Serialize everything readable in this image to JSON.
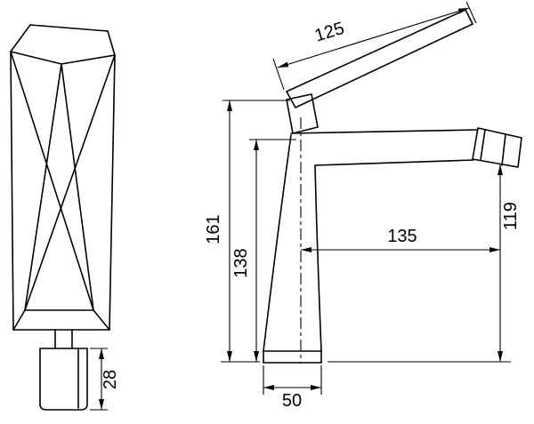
{
  "drawing": {
    "title": "Faucet technical dimension drawing",
    "views": {
      "front": "front view of faceted faucet body with supply cylinder",
      "side": "side view with lever handle and spout"
    }
  },
  "dimensions": {
    "handle_length": "125",
    "overall_height": "161",
    "spout_top_height": "138",
    "spout_reach": "135",
    "outlet_height": "119",
    "base_width": "50",
    "cylinder_height": "28"
  },
  "colors": {
    "line": "#000000",
    "background": "#ffffff"
  }
}
